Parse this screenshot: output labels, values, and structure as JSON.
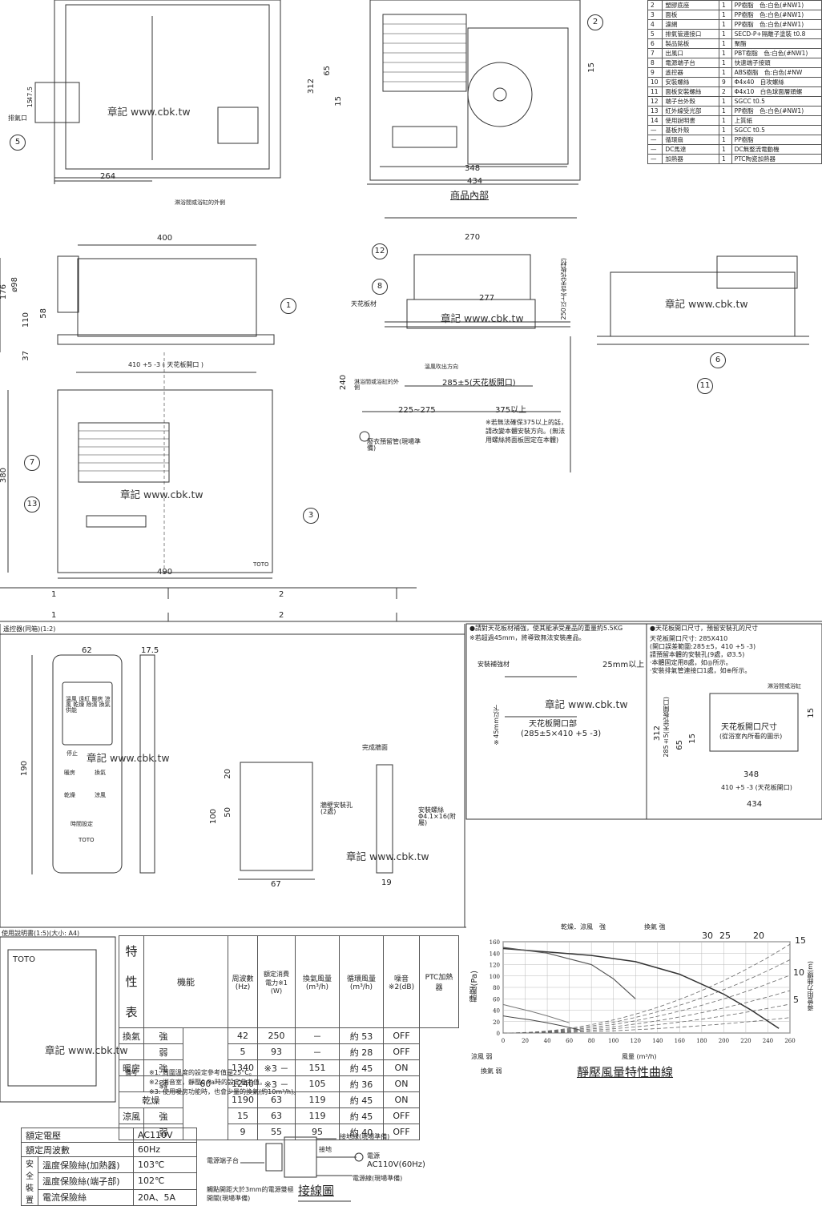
{
  "watermark": "章記 www.cbk.tw",
  "parts": [
    {
      "no": "2",
      "name": "塑膠底座",
      "qty": "1",
      "spec": "PP樹脂　色:白色(#NW1)"
    },
    {
      "no": "3",
      "name": "面板",
      "qty": "1",
      "spec": "PP樹脂　色:白色(#NW1)"
    },
    {
      "no": "4",
      "name": "濾網",
      "qty": "1",
      "spec": "PP樹脂　色:白色(#NW1)"
    },
    {
      "no": "5",
      "name": "排氣管連接口",
      "qty": "1",
      "spec": "SECD-P+隔離子塗裝 t0.8"
    },
    {
      "no": "6",
      "name": "製品銘板",
      "qty": "1",
      "spec": "聚酯"
    },
    {
      "no": "7",
      "name": "出風口",
      "qty": "1",
      "spec": "PBT樹脂　色:白色(#NW1)"
    },
    {
      "no": "8",
      "name": "電源端子台",
      "qty": "1",
      "spec": "快速端子接頭"
    },
    {
      "no": "9",
      "name": "遙控器",
      "qty": "1",
      "spec": "ABS樹脂　色:白色(#NW"
    },
    {
      "no": "10",
      "name": "安裝螺絲",
      "qty": "9",
      "spec": "Φ4x40　自攻螺絲"
    },
    {
      "no": "11",
      "name": "面板安裝螺絲",
      "qty": "2",
      "spec": "Φ4x10　白色球面層頭螺"
    },
    {
      "no": "12",
      "name": "端子台外殼",
      "qty": "1",
      "spec": "SGCC t0.5"
    },
    {
      "no": "13",
      "name": "紅外線受光部",
      "qty": "1",
      "spec": "PP樹脂　色:白色(#NW1)"
    },
    {
      "no": "14",
      "name": "使用說明書",
      "qty": "1",
      "spec": "上質紙"
    },
    {
      "no": "—",
      "name": "基板外殼",
      "qty": "1",
      "spec": "SGCC t0.5"
    },
    {
      "no": "—",
      "name": "循環扇",
      "qty": "1",
      "spec": "PP樹脂"
    },
    {
      "no": "—",
      "name": "DC馬達",
      "qty": "1",
      "spec": "DC無整流電動機"
    },
    {
      "no": "—",
      "name": "加熱器",
      "qty": "1",
      "spec": "PTC陶瓷加熱器"
    }
  ],
  "top": {
    "exhaust": "排氣口",
    "bath_side": "淋浴間或浴缸的外側",
    "inner_title": "商品內部",
    "dims": {
      "d264": "264",
      "d312": "312",
      "d65": "65",
      "d15": "15",
      "d348": "348",
      "d434": "434",
      "d15b": "15",
      "d47": "47.5",
      "d15c": "15"
    }
  },
  "side": {
    "d400": "400",
    "d98": "ø98",
    "d176": "176",
    "d110": "110",
    "d58": "58",
    "d37": "37",
    "opening": "410 +5 -3 ( 天花板開口 )",
    "d270": "270",
    "d277": "277",
    "ceiling": "天花板材",
    "h250": "250以上(含天花板材)",
    "airflow": "溫風吹出方向",
    "bath": "淋浴間或浴缸的外側",
    "d240": "240",
    "open285": "285±5(天花板開口)",
    "d225": "225~275",
    "d375": "375以上",
    "note375": "※若無法確保375以上的話，請改變本體安裝方向。(無法用螺絲將面板固定在本體)",
    "pipe": "廢衣預留管(現場準備)"
  },
  "front": {
    "d380": "380",
    "d490": "490",
    "toto": "TOTO"
  },
  "strip": {
    "c1": "1",
    "c2": "2"
  },
  "remote": {
    "title": "遙控器(同箱)(1:2)",
    "d62": "62",
    "d175": "17.5",
    "d190": "190",
    "d100": "100",
    "d50": "50",
    "d20": "20",
    "d67": "67",
    "d19": "19",
    "holes": "牆壁安裝孔(2處)",
    "finish": "完成牆面",
    "screw": "安裝螺絲Φ4.1×16(附屬)",
    "lcd_labels": "溫風 遠紅 暖房 涼風 乾燥 除濕 換氣 供能",
    "b_stop": "停止",
    "b_heat": "暖房",
    "b_vent": "換氣",
    "b_dry": "乾燥",
    "b_cool": "涼風",
    "b_time": "時間設定",
    "brand": "TOTO"
  },
  "ceiling_note": {
    "head": "●請對天花板材補強，使其能承受產品的重量約5.5KG",
    "sub": "※若超過45mm，將導致無法安裝產品。",
    "reinf": "安裝補強材",
    "d25": "25mm以上",
    "open": "天花板開口部",
    "open_dim": "(285±5×410 +5 -3)",
    "d45": "※45mm以下"
  },
  "ceiling_hole": {
    "head": "●天花板開口尺寸，預留安裝孔的尺寸",
    "l1": "天花板開口尺寸: 285X410",
    "l2": "(開口誤差範圍:285±5，410 +5 -3)",
    "l3": "請預留本體的安裝孔(9處，Ø3.5)",
    "l4": "‧本體固定用8處，如◎所示。",
    "l5": "‧安裝排氣管連接口1處，如⊕所示。",
    "bath": "淋浴間或浴缸",
    "sub1": "天花板開口尺寸",
    "sub2": "(從浴室內所看的圖示)",
    "d312": "312",
    "d285": "285±5(天花板開口)",
    "d65": "65",
    "d15": "15",
    "d15b": "15",
    "d348": "348",
    "d410": "410 +5 -3 (天花板開口)",
    "d434": "434"
  },
  "manual": {
    "title": "使用說明書(1:5)(大小: A4)",
    "brand": "TOTO"
  },
  "spec": {
    "side": "特性表",
    "headers": [
      "機能",
      "周波數(Hz)",
      "額定消費電力※1 (W)",
      "換氣風量(m³/h)",
      "循環風量(m³/h)",
      "噪音※2(dB)",
      "PTC加熱器"
    ],
    "freq": "60",
    "rows": [
      {
        "g": "換氣",
        "m": "強",
        "w": "42",
        "ex": "250",
        "ci": "－",
        "db": "約 53",
        "ptc": "OFF"
      },
      {
        "g": "",
        "m": "弱",
        "w": "5",
        "ex": "93",
        "ci": "－",
        "db": "約 28",
        "ptc": "OFF"
      },
      {
        "g": "暖房",
        "m": "強",
        "w": "1340",
        "ex": "※3 －",
        "ci": "151",
        "db": "約 45",
        "ptc": "ON"
      },
      {
        "g": "",
        "m": "弱",
        "w": "1240",
        "ex": "※3 －",
        "ci": "105",
        "db": "約 36",
        "ptc": "ON"
      },
      {
        "g": "乾燥",
        "m": "",
        "w": "1190",
        "ex": "63",
        "ci": "119",
        "db": "約 45",
        "ptc": "ON"
      },
      {
        "g": "涼風",
        "m": "強",
        "w": "15",
        "ex": "63",
        "ci": "119",
        "db": "約 45",
        "ptc": "OFF"
      },
      {
        "g": "",
        "m": "弱",
        "w": "9",
        "ex": "55",
        "ci": "95",
        "db": "約 40",
        "ptc": "OFF"
      }
    ],
    "note_head": "備考",
    "n1": "※1: 周圍溫度的設定參考值是25°C。",
    "n2": "※2: 消音室，靜壓0 Pa時的設定參考值。",
    "n3": "※3: 使用暖房功能時，也會少量的換氣(約10m³/h)。"
  },
  "elec": {
    "rows": [
      {
        "a": "額定電壓",
        "v": "AC110V"
      },
      {
        "a": "額定周波數",
        "v": "60Hz"
      },
      {
        "a": "溫度保險絲(加熱器)",
        "v": "103℃"
      },
      {
        "a": "溫度保險絲(端子部)",
        "v": "102℃"
      },
      {
        "a": "電流保險絲",
        "v": "20A、5A"
      }
    ],
    "side": "安全裝置"
  },
  "wiring": {
    "terminal": "電源端子台",
    "ground": "接地線(現場準備)",
    "gnd": "接地",
    "power": "電源",
    "ac": "AC110V(60Hz)",
    "cable": "電源線(現場準備)",
    "switch": "觸點開距大於3mm的電源雙極開關(現場準備)",
    "title": "接線圖"
  },
  "chart_data": {
    "type": "line",
    "title": "靜壓風量特性曲線",
    "xlabel": "風量 (m³/h)",
    "ylabel": "靜壓(Pa)",
    "y2label": "導管阻力曲線(m)",
    "xlim": [
      0,
      260
    ],
    "ylim": [
      0,
      160
    ],
    "xticks": [
      0,
      20,
      40,
      60,
      80,
      100,
      120,
      140,
      160,
      180,
      200,
      220,
      240,
      260
    ],
    "yticks": [
      0,
      20,
      40,
      60,
      80,
      100,
      120,
      140,
      160
    ],
    "resistance_labels": [
      "30",
      "25",
      "20",
      "15",
      "10",
      "5"
    ],
    "series": [
      {
        "name": "換氣 強",
        "x": [
          0,
          40,
          80,
          120,
          160,
          200,
          225,
          250
        ],
        "y": [
          148,
          142,
          136,
          125,
          103,
          68,
          40,
          8
        ]
      },
      {
        "name": "乾燥．涼風 強",
        "x": [
          0,
          40,
          80,
          100,
          120
        ],
        "y": [
          150,
          140,
          120,
          95,
          60
        ]
      },
      {
        "name": "涼風 弱",
        "x": [
          0,
          10,
          25,
          40,
          50,
          60
        ],
        "y": [
          50,
          45,
          38,
          30,
          24,
          18
        ]
      },
      {
        "name": "換氣 弱",
        "x": [
          0,
          10,
          25,
          40,
          55,
          70
        ],
        "y": [
          30,
          27,
          23,
          18,
          12,
          5
        ]
      }
    ],
    "annotations": [
      "乾燥．涼風　強",
      "換氣 強",
      "涼風 弱",
      "換氣 弱"
    ]
  }
}
